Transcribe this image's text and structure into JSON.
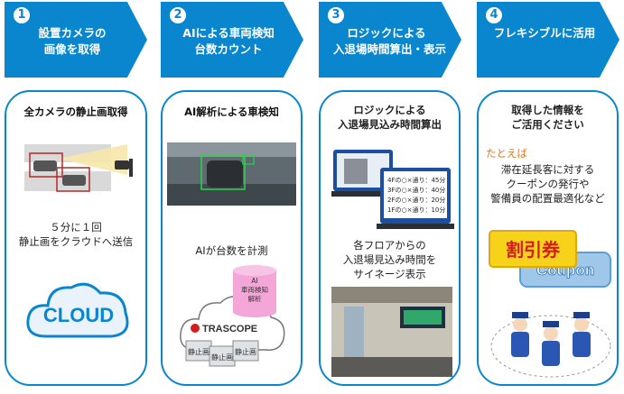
{
  "steps": [
    {
      "num": "1",
      "title": "設置カメラの\n画像を取得"
    },
    {
      "num": "2",
      "title": "AIによる車両検知\n台数カウント"
    },
    {
      "num": "3",
      "title": "ロジックによる\n入退場時間算出・表示"
    },
    {
      "num": "4",
      "title": "フレキシブルに活用"
    }
  ],
  "card1": {
    "heading": "全カメラの静止画取得",
    "desc": "５分に１回\n静止画をクラウドへ送信",
    "cloud_label": "CLOUD"
  },
  "card2": {
    "heading": "AI解析による車検知",
    "desc": "AIが台数を計測",
    "db_label": "AI\n車両検知\n解析",
    "brand": "TRASCOPE",
    "still": "静止画"
  },
  "card3": {
    "heading": "ロジックによる\n入退場見込み時間算出",
    "rows": [
      "4Fの○×通り：45分",
      "3Fの○×通り：40分",
      "2Fの○×通り：20分",
      "1Fの○×通り：10分"
    ],
    "desc": "各フロアからの\n入退場見込み時間を\nサイネージ表示"
  },
  "card4": {
    "heading": "取得した情報を\nご活用ください",
    "example_label": "たとえば",
    "example": "滞在延長客に対する\nクーポンの発行や\n警備員の配置最適化など",
    "coupon_jp": "割引券",
    "coupon_en": "Coupon"
  },
  "colors": {
    "accent": "#0a86cf",
    "coupon_yellow": "#f6d21a",
    "coupon_red": "#d21e1e",
    "example_orange": "#e8731a"
  }
}
